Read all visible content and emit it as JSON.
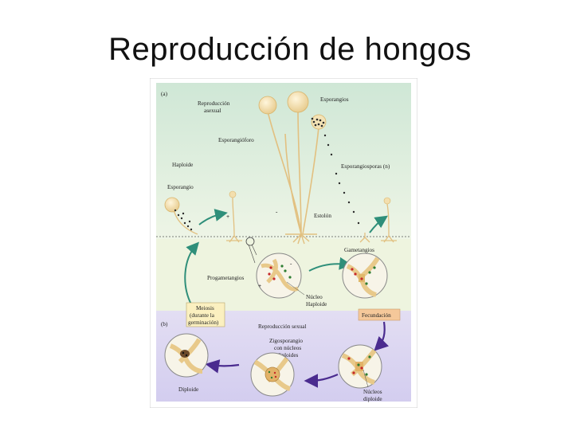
{
  "slide": {
    "title": "Reproducción de hongos"
  },
  "figure": {
    "panel_a": "(a)",
    "panel_b": "(b)",
    "reproduccion_asexual_1": "Reproducción",
    "reproduccion_asexual_2": "asexual",
    "esporangios": "Esporangios",
    "esporangioforo": "Esporangióforo",
    "haploide": "Haploide",
    "esporangio": "Esporangio",
    "esporangiosporas": "Esporangiosporas (n)",
    "estolon": "Estolón",
    "gametangios": "Gametangios",
    "progametangios": "Progametangios",
    "nucleo_1": "Núcleo",
    "nucleo_2": "Haploide",
    "meiosis_1": "Meiosis",
    "meiosis_2": "(durante la",
    "meiosis_3": "germinación)",
    "fecundacion": "Fecundación",
    "reproduccion_sexual": "Reproducción sexual",
    "zigo_1": "Zigosporangio",
    "zigo_2": "con núcleos",
    "zigo_3": "diploides",
    "diploide": "Diploide",
    "nucleos_1": "Núcleos",
    "nucleos_2": "diploide",
    "plus": "+",
    "minus": "-"
  },
  "colors": {
    "sky_top": "#d9ece0",
    "ground": "#e9f2d8",
    "sexual_band": "#dcd8f0",
    "hypha": "#e8c98a",
    "sporangium": "#f3dfae",
    "arrow_teal": "#2f8f7a",
    "arrow_purple": "#4a2b8f",
    "meiosis_box": "#fbf0c0",
    "fecundacion_box": "#f5c89a"
  }
}
